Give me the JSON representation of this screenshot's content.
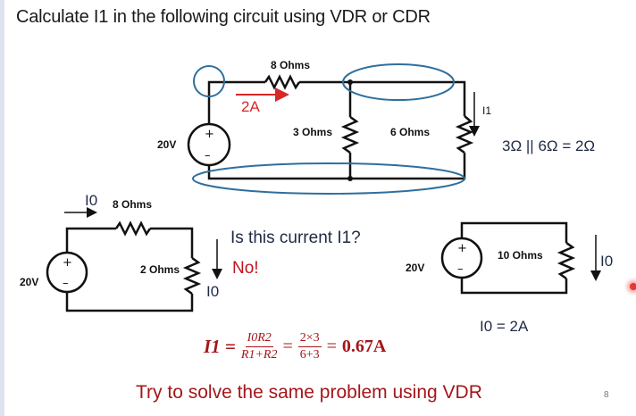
{
  "title": "Calculate I1 in the following circuit using VDR or CDR",
  "top_circuit": {
    "source_label": "20V",
    "source_plus": "+",
    "source_minus": "–",
    "r_series_label": "8 Ohms",
    "current_label": "2A",
    "r3_label": "3 Ohms",
    "r6_label": "6 Ohms",
    "i1_label": "I1",
    "highlight_color": "#2e6f9e",
    "current_arrow_color": "#d62828"
  },
  "parallel_note": "3Ω || 6Ω = 2Ω",
  "left_circuit": {
    "source_label": "20V",
    "source_plus": "+",
    "source_minus": "–",
    "r1_label": "8 Ohms",
    "r2_label": "2 Ohms",
    "current_top": "I0",
    "current_side": "I0"
  },
  "question": "Is this current I1?",
  "answer": "No!",
  "right_circuit": {
    "source_label": "20V",
    "source_plus": "+",
    "source_minus": "–",
    "r_label": "10 Ohms",
    "current_label": "I0"
  },
  "io_result": "I0 = 2A",
  "equation": {
    "lhs": "I1 =",
    "frac1_num": "I0R2",
    "frac1_den": "R1+R2",
    "eq2": "=",
    "frac2_num": "2×3",
    "frac2_den": "6+3",
    "eq3": "=",
    "result": "0.67A"
  },
  "footer": "Try to solve the same problem using VDR",
  "page_number": "8",
  "colors": {
    "accent_red": "#a4161a",
    "text_navy": "#1f2a44",
    "sidebar": "#dce3ee"
  }
}
